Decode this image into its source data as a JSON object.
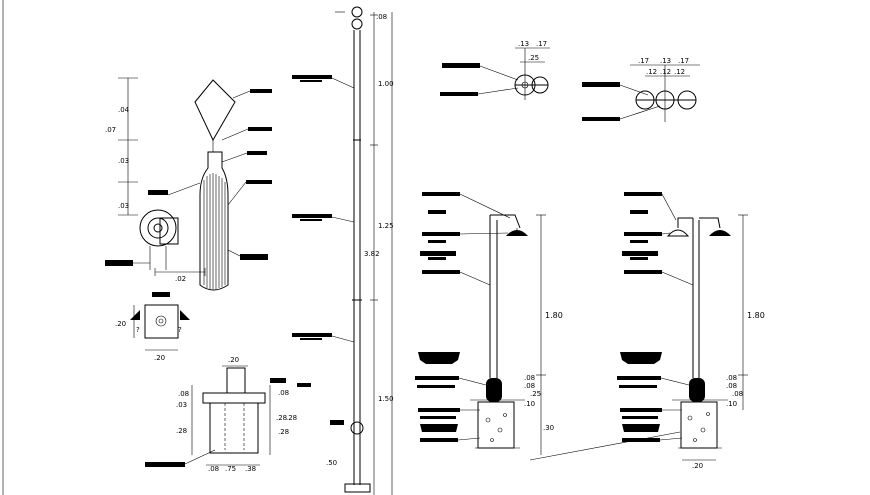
{
  "drawing": {
    "detail_a": {
      "dims_vertical": [
        ".04",
        ".07",
        ".03",
        ".03"
      ],
      "dim_small": ".02",
      "base_dim_w": ".20",
      "base_dim_h": ".20",
      "q_marks": [
        "?",
        "?"
      ]
    },
    "footing_small": {
      "dims": [
        ".20",
        ".08",
        ".03",
        ".28",
        ".28",
        ".08",
        ".28",
        ".28",
        ".08",
        ".75",
        ".38"
      ]
    },
    "main_pole": {
      "dims": [
        ".08",
        "1.00",
        "1.25",
        "3.82",
        "1.50",
        ".50"
      ]
    },
    "plan_top_left": {
      "dims": [
        ".13",
        ".17",
        ".25"
      ]
    },
    "plan_top_right": {
      "dims": [
        ".17",
        ".13",
        ".17",
        ".12",
        ".12",
        ".12"
      ]
    },
    "elev_single": {
      "height": "1.80",
      "dims": [
        ".30",
        ".08",
        ".08",
        ".25",
        ".10"
      ]
    },
    "elev_double": {
      "height": "1.80",
      "dims": [
        ".20",
        ".08",
        ".08",
        ".08",
        ".10"
      ]
    }
  }
}
